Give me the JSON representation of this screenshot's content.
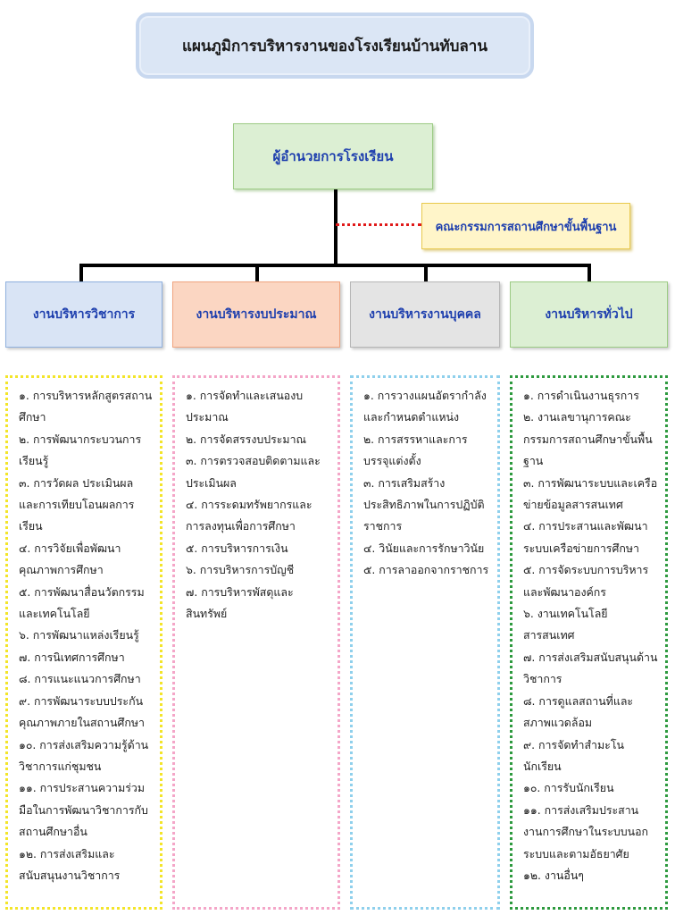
{
  "title": "แผนภูมิการบริหารงานของโรงเรียนบ้านทับลาน",
  "director": "ผู้อำนวยการโรงเรียน",
  "committee": "คณะกรรมการสถานศึกษาขั้นพื้นฐาน",
  "departments": [
    {
      "name": "งานบริหารวิชาการ",
      "items": [
        "๑. การบริหารหลักสูตรสถานศึกษา",
        "๒. การพัฒนากระบวนการเรียนรู้",
        "๓. การวัดผล ประเมินผลและการเทียบโอนผลการเรียน",
        "๔. การวิจัยเพื่อพัฒนาคุณภาพการศึกษา",
        "๕. การพัฒนาสื่อนวัตกรรมและเทคโนโลยี",
        "๖. การพัฒนาแหล่งเรียนรู้",
        "๗. การนิเทศการศึกษา",
        "๘. การแนะแนวการศึกษา",
        "๙. การพัฒนาระบบประกันคุณภาพภายในสถานศึกษา",
        "๑๐. การส่งเสริมความรู้ด้านวิชาการแก่ชุมชน",
        "๑๑. การประสานความร่วมมือในการพัฒนาวิชาการกับสถานศึกษาอื่น",
        "๑๒. การส่งเสริมและสนับสนุนงานวิชาการ"
      ]
    },
    {
      "name": "งานบริหารงบประมาณ",
      "items": [
        "๑. การจัดทำและเสนองบประมาณ",
        "๒. การจัดสรรงบประมาณ",
        "๓. การตรวจสอบติดตามและประเมินผล",
        "๔. การระดมทรัพยากรและการลงทุนเพื่อการศึกษา",
        "๕. การบริหารการเงิน",
        "๖. การบริหารการบัญชี",
        "๗. การบริหารพัสดุและสินทรัพย์"
      ]
    },
    {
      "name": "งานบริหารงานบุคคล",
      "items": [
        "๑. การวางแผนอัตรากำลังและกำหนดตำแหน่ง",
        "๒. การสรรหาและการบรรจุแต่งตั้ง",
        "๓. การเสริมสร้างประสิทธิภาพในการปฏิบัติราชการ",
        "๔. วินัยและการรักษาวินัย",
        "๕. การลาออกจากราชการ"
      ]
    },
    {
      "name": "งานบริหารทั่วไป",
      "items": [
        "๑. การดำเนินงานธุรการ",
        "๒. งานเลขานุการคณะกรรมการสถานศึกษาขั้นพื้นฐาน",
        "๓. การพัฒนาระบบและเครือข่ายข้อมูลสารสนเทศ",
        "๔. การประสานและพัฒนาระบบเครือข่ายการศึกษา",
        "๕. การจัดระบบการบริหารและพัฒนาองค์กร",
        "๖. งานเทคโนโลยีสารสนเทศ",
        "๗. การส่งเสริมสนับสนุนด้านวิชาการ",
        "๘. การดูแลสถานที่และสภาพแวดล้อม",
        "๙. การจัดทำสำมะโนนักเรียน",
        "๑๐. การรับนักเรียน",
        "๑๑. การส่งเสริมประสานงานการศึกษาในระบบนอกระบบและตามอัธยาศัย",
        "๑๒. งานอื่นๆ"
      ]
    }
  ]
}
